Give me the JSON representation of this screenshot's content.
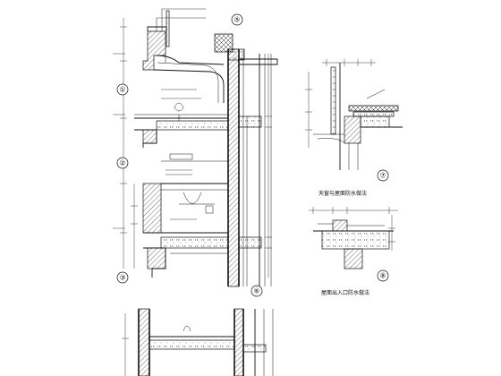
{
  "section_marks": {
    "m1": "①",
    "m2": "②",
    "m3": "③",
    "m5": "⑤",
    "m6": "⑥",
    "m7": "⑦",
    "m8": "⑧"
  },
  "captions": {
    "detail_7": "天窗与屋面防水做法",
    "detail_8": "屋面出入口防水做法"
  }
}
